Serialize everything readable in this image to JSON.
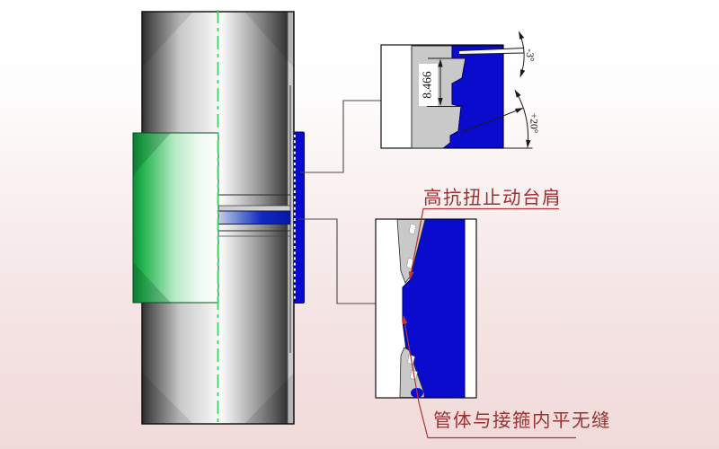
{
  "drawing": {
    "annotations": {
      "shoulder": "高抗扭止动台肩",
      "flush": "管体与接箍内平无缝"
    },
    "dimensions": {
      "tooth_height": "8.466",
      "load_flank_angle": "-3°",
      "stab_flank_angle": "+20°"
    },
    "colors": {
      "thread_blue": "#0b0bcd",
      "coupling_green": "#25b551",
      "centerline_green": "#38d65c",
      "label_red": "#9b3131",
      "leader_red": "#c23a3a",
      "background_pink": "#f2dcdc",
      "steel_gray": "#c9c9c9"
    }
  }
}
